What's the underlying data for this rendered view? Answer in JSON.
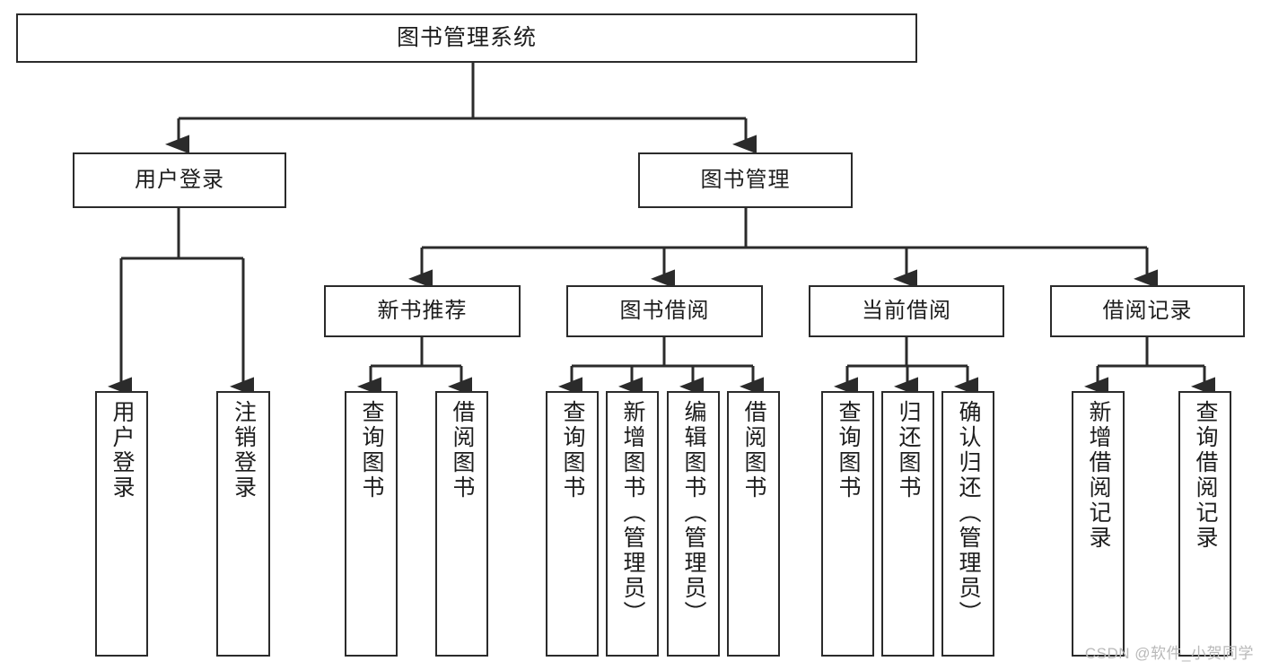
{
  "diagram": {
    "title": "图书管理系统",
    "type": "hierarchy-tree",
    "watermark": "CSDN @软件_小贺同学",
    "colors": {
      "stroke": "#2b2b2b",
      "fill": "#ffffff",
      "text": "#1d1d1d",
      "watermark": "#b9b9b9"
    },
    "nodes": {
      "root": {
        "label": "图书管理系统"
      },
      "level2": [
        {
          "label": "用户登录"
        },
        {
          "label": "图书管理"
        }
      ],
      "level3": [
        {
          "label": "新书推荐"
        },
        {
          "label": "图书借阅"
        },
        {
          "label": "当前借阅"
        },
        {
          "label": "借阅记录"
        }
      ],
      "leaves": {
        "user_login": [
          {
            "label": "用户登录"
          },
          {
            "label": "注销登录"
          }
        ],
        "new_book": [
          {
            "label": "查询图书"
          },
          {
            "label": "借阅图书"
          }
        ],
        "book_borrow": [
          {
            "label": "查询图书"
          },
          {
            "label": "新增图书（管理员）"
          },
          {
            "label": "编辑图书（管理员）"
          },
          {
            "label": "借阅图书"
          }
        ],
        "current_borrow": [
          {
            "label": "查询图书"
          },
          {
            "label": "归还图书"
          },
          {
            "label": "确认归还（管理员）"
          }
        ],
        "borrow_record": [
          {
            "label": "新增借阅记录"
          },
          {
            "label": "查询借阅记录"
          }
        ]
      }
    }
  }
}
